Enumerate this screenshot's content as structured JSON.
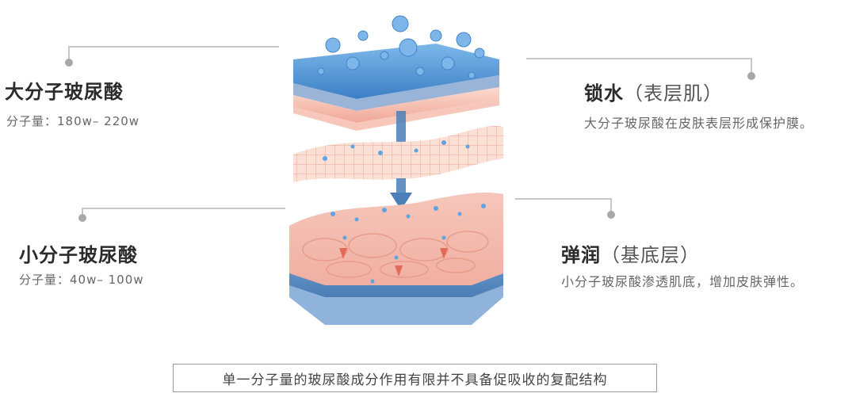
{
  "labels": {
    "large_ha": {
      "title": "大分子玻尿酸",
      "molecular_weight": "分子量：180w– 220w"
    },
    "small_ha": {
      "title": "小分子玻尿酸",
      "molecular_weight": "分子量：40w– 100w"
    },
    "lock_water": {
      "title": "锁水",
      "layer": "（表层肌）",
      "description": "大分子玻尿酸在皮肤表层形成保护膜。"
    },
    "elastic": {
      "title": "弹润",
      "layer": "（基底层）",
      "description": "小分子玻尿酸渗透肌底，增加皮肤弹性。"
    }
  },
  "caption": "单一分子量的玻尿酸成分作用有限并不具备促吸收的复配结构",
  "colors": {
    "water_blue": "#4a90d0",
    "skin_pink": "#f2b4a8",
    "connector_gray": "#c8c8c8",
    "dot_gray": "#a8a8a8"
  }
}
